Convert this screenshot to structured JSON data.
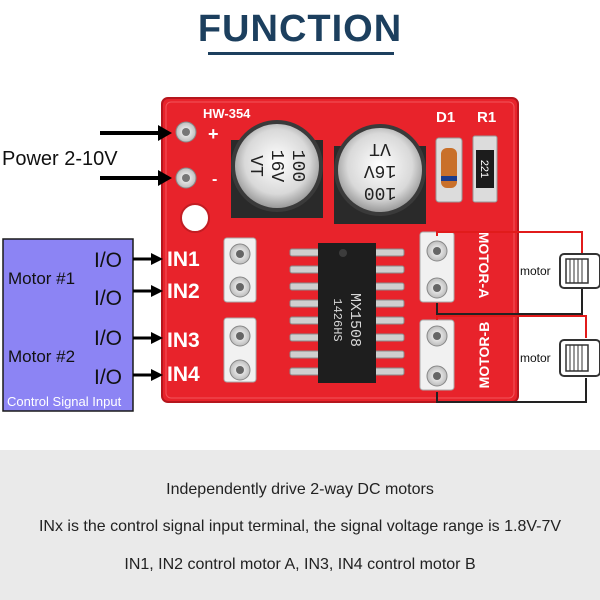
{
  "title": "FUNCTION",
  "power_label": "Power 2-10V",
  "board": {
    "model": "HW-354",
    "plus": "+",
    "minus": "-",
    "d1": "D1",
    "r1": "R1",
    "resistor_code": "221",
    "cap_left": [
      "100",
      "16V",
      "VT"
    ],
    "cap_right": [
      "100",
      "16V",
      "VT"
    ],
    "chip_line1": "MX1508",
    "chip_line2": "1426HS",
    "motor_a": "MOTOR-A",
    "motor_b": "MOTOR-B",
    "inputs": [
      "IN1",
      "IN2",
      "IN3",
      "IN4"
    ]
  },
  "control_box": {
    "motor1": "Motor #1",
    "motor2": "Motor #2",
    "io": [
      "I/O",
      "I/O",
      "I/O",
      "I/O"
    ],
    "caption": "Control Signal Input",
    "color": "#8c84f4"
  },
  "motors": [
    "motor",
    "motor"
  ],
  "colors": {
    "pcb": "#e8232b",
    "title": "#1c3f5e",
    "wire_red": "#e11b1b"
  },
  "footer": {
    "line1": "Independently drive 2-way DC motors",
    "line2": "INx is the control signal input terminal, the signal voltage range is 1.8V-7V",
    "line3": "IN1, IN2 control motor A, IN3, IN4 control motor B"
  }
}
